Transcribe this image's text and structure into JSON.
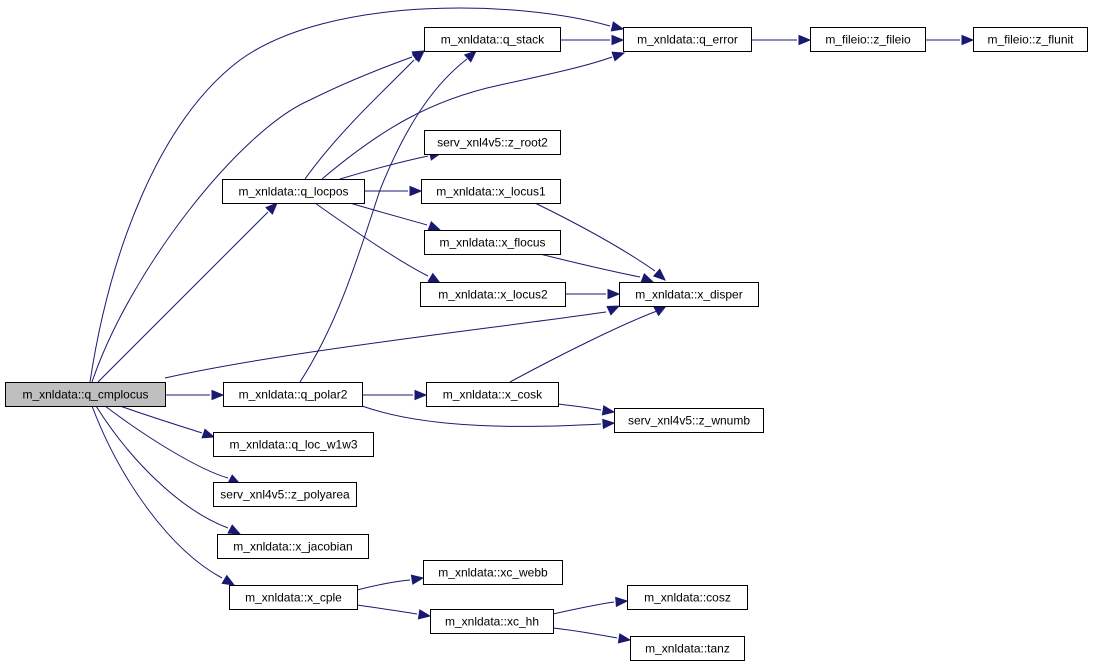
{
  "nodes": [
    {
      "id": "q_cmplocus",
      "label": "m_xnldata::q_cmplocus",
      "root": true
    },
    {
      "id": "q_stack",
      "label": "m_xnldata::q_stack"
    },
    {
      "id": "q_error",
      "label": "m_xnldata::q_error"
    },
    {
      "id": "z_fileio",
      "label": "m_fileio::z_fileio"
    },
    {
      "id": "z_flunit",
      "label": "m_fileio::z_flunit"
    },
    {
      "id": "z_root2",
      "label": "serv_xnl4v5::z_root2"
    },
    {
      "id": "q_locpos",
      "label": "m_xnldata::q_locpos"
    },
    {
      "id": "x_locus1",
      "label": "m_xnldata::x_locus1"
    },
    {
      "id": "x_flocus",
      "label": "m_xnldata::x_flocus"
    },
    {
      "id": "x_locus2",
      "label": "m_xnldata::x_locus2"
    },
    {
      "id": "x_disper",
      "label": "m_xnldata::x_disper"
    },
    {
      "id": "q_polar2",
      "label": "m_xnldata::q_polar2"
    },
    {
      "id": "x_cosk",
      "label": "m_xnldata::x_cosk"
    },
    {
      "id": "z_wnumb",
      "label": "serv_xnl4v5::z_wnumb"
    },
    {
      "id": "q_loc_w1w3",
      "label": "m_xnldata::q_loc_w1w3"
    },
    {
      "id": "z_polyarea",
      "label": "serv_xnl4v5::z_polyarea"
    },
    {
      "id": "x_jacobian",
      "label": "m_xnldata::x_jacobian"
    },
    {
      "id": "x_cple",
      "label": "m_xnldata::x_cple"
    },
    {
      "id": "xc_webb",
      "label": "m_xnldata::xc_webb"
    },
    {
      "id": "xc_hh",
      "label": "m_xnldata::xc_hh"
    },
    {
      "id": "cosz",
      "label": "m_xnldata::cosz"
    },
    {
      "id": "tanz",
      "label": "m_xnldata::tanz"
    }
  ],
  "edges": [
    {
      "from": "q_cmplocus",
      "to": "q_error"
    },
    {
      "from": "q_cmplocus",
      "to": "q_stack"
    },
    {
      "from": "q_cmplocus",
      "to": "q_locpos"
    },
    {
      "from": "q_cmplocus",
      "to": "x_disper"
    },
    {
      "from": "q_cmplocus",
      "to": "q_polar2"
    },
    {
      "from": "q_cmplocus",
      "to": "q_loc_w1w3"
    },
    {
      "from": "q_cmplocus",
      "to": "z_polyarea"
    },
    {
      "from": "q_cmplocus",
      "to": "x_jacobian"
    },
    {
      "from": "q_cmplocus",
      "to": "x_cple"
    },
    {
      "from": "q_stack",
      "to": "q_error"
    },
    {
      "from": "q_error",
      "to": "z_fileio"
    },
    {
      "from": "z_fileio",
      "to": "z_flunit"
    },
    {
      "from": "q_locpos",
      "to": "q_stack"
    },
    {
      "from": "q_locpos",
      "to": "q_error"
    },
    {
      "from": "q_locpos",
      "to": "z_root2"
    },
    {
      "from": "q_locpos",
      "to": "x_locus1"
    },
    {
      "from": "q_locpos",
      "to": "x_flocus"
    },
    {
      "from": "q_locpos",
      "to": "x_locus2"
    },
    {
      "from": "x_locus1",
      "to": "x_disper"
    },
    {
      "from": "x_flocus",
      "to": "x_disper"
    },
    {
      "from": "x_locus2",
      "to": "x_disper"
    },
    {
      "from": "q_polar2",
      "to": "q_stack"
    },
    {
      "from": "q_polar2",
      "to": "x_cosk"
    },
    {
      "from": "q_polar2",
      "to": "z_wnumb"
    },
    {
      "from": "x_cosk",
      "to": "x_disper"
    },
    {
      "from": "x_cosk",
      "to": "z_wnumb"
    },
    {
      "from": "x_cple",
      "to": "xc_webb"
    },
    {
      "from": "x_cple",
      "to": "xc_hh"
    },
    {
      "from": "xc_hh",
      "to": "cosz"
    },
    {
      "from": "xc_hh",
      "to": "tanz"
    }
  ]
}
